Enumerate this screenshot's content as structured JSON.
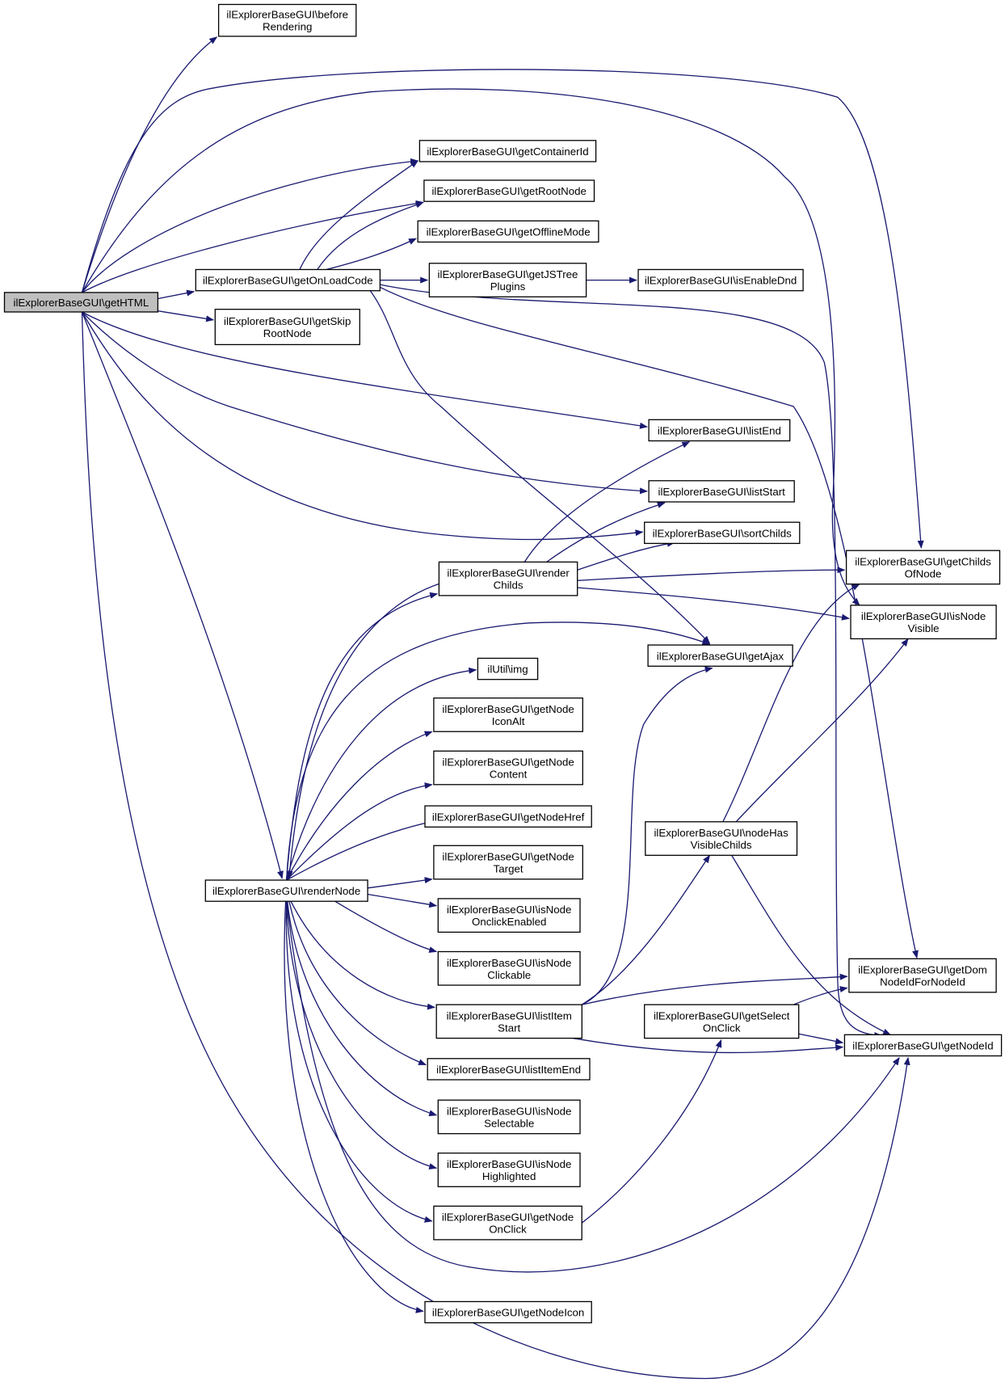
{
  "graph": {
    "type": "call-graph",
    "colors": {
      "edge": "#191970",
      "root_fill": "#bfbfbf",
      "node_fill": "#ffffff",
      "node_stroke": "#000000"
    },
    "nodes": [
      {
        "id": "getHTML",
        "label": [
          "ilExplorerBaseGUI\\getHTML"
        ],
        "root": true
      },
      {
        "id": "beforeRendering",
        "label": [
          "ilExplorerBaseGUI\\before",
          "Rendering"
        ]
      },
      {
        "id": "getContainerId",
        "label": [
          "ilExplorerBaseGUI\\getContainerId"
        ]
      },
      {
        "id": "getRootNode",
        "label": [
          "ilExplorerBaseGUI\\getRootNode"
        ]
      },
      {
        "id": "getOfflineMode",
        "label": [
          "ilExplorerBaseGUI\\getOfflineMode"
        ]
      },
      {
        "id": "getOnLoadCode",
        "label": [
          "ilExplorerBaseGUI\\getOnLoadCode"
        ]
      },
      {
        "id": "getJSTreePlugins",
        "label": [
          "ilExplorerBaseGUI\\getJSTree",
          "Plugins"
        ]
      },
      {
        "id": "isEnableDnd",
        "label": [
          "ilExplorerBaseGUI\\isEnableDnd"
        ]
      },
      {
        "id": "getSkipRootNode",
        "label": [
          "ilExplorerBaseGUI\\getSkip",
          "RootNode"
        ]
      },
      {
        "id": "listEnd",
        "label": [
          "ilExplorerBaseGUI\\listEnd"
        ]
      },
      {
        "id": "listStart",
        "label": [
          "ilExplorerBaseGUI\\listStart"
        ]
      },
      {
        "id": "sortChilds",
        "label": [
          "ilExplorerBaseGUI\\sortChilds"
        ]
      },
      {
        "id": "renderChilds",
        "label": [
          "ilExplorerBaseGUI\\render",
          "Childs"
        ]
      },
      {
        "id": "getChildsOfNode",
        "label": [
          "ilExplorerBaseGUI\\getChilds",
          "OfNode"
        ]
      },
      {
        "id": "isNodeVisible",
        "label": [
          "ilExplorerBaseGUI\\isNode",
          "Visible"
        ]
      },
      {
        "id": "getAjax",
        "label": [
          "ilExplorerBaseGUI\\getAjax"
        ]
      },
      {
        "id": "ilUtilImg",
        "label": [
          "ilUtil\\img"
        ]
      },
      {
        "id": "getNodeIconAlt",
        "label": [
          "ilExplorerBaseGUI\\getNode",
          "IconAlt"
        ]
      },
      {
        "id": "getNodeContent",
        "label": [
          "ilExplorerBaseGUI\\getNode",
          "Content"
        ]
      },
      {
        "id": "getNodeHref",
        "label": [
          "ilExplorerBaseGUI\\getNodeHref"
        ]
      },
      {
        "id": "nodeHasVisibleChilds",
        "label": [
          "ilExplorerBaseGUI\\nodeHas",
          "VisibleChilds"
        ]
      },
      {
        "id": "getNodeTarget",
        "label": [
          "ilExplorerBaseGUI\\getNode",
          "Target"
        ]
      },
      {
        "id": "renderNode",
        "label": [
          "ilExplorerBaseGUI\\renderNode"
        ]
      },
      {
        "id": "isNodeOnclickEnabled",
        "label": [
          "ilExplorerBaseGUI\\isNode",
          "OnclickEnabled"
        ]
      },
      {
        "id": "isNodeClickable",
        "label": [
          "ilExplorerBaseGUI\\isNode",
          "Clickable"
        ]
      },
      {
        "id": "getDomNodeIdForNodeId",
        "label": [
          "ilExplorerBaseGUI\\getDom",
          "NodeIdForNodeId"
        ]
      },
      {
        "id": "listItemStart",
        "label": [
          "ilExplorerBaseGUI\\listItem",
          "Start"
        ]
      },
      {
        "id": "getSelectOnClick",
        "label": [
          "ilExplorerBaseGUI\\getSelect",
          "OnClick"
        ]
      },
      {
        "id": "getNodeId",
        "label": [
          "ilExplorerBaseGUI\\getNodeId"
        ]
      },
      {
        "id": "listItemEnd",
        "label": [
          "ilExplorerBaseGUI\\listItemEnd"
        ]
      },
      {
        "id": "isNodeSelectable",
        "label": [
          "ilExplorerBaseGUI\\isNode",
          "Selectable"
        ]
      },
      {
        "id": "isNodeHighlighted",
        "label": [
          "ilExplorerBaseGUI\\isNode",
          "Highlighted"
        ]
      },
      {
        "id": "getNodeOnClick",
        "label": [
          "ilExplorerBaseGUI\\getNode",
          "OnClick"
        ]
      },
      {
        "id": "getNodeIcon",
        "label": [
          "ilExplorerBaseGUI\\getNodeIcon"
        ]
      }
    ],
    "edges": [
      [
        "getHTML",
        "beforeRendering"
      ],
      [
        "getHTML",
        "getChildsOfNode"
      ],
      [
        "getHTML",
        "isNodeVisible"
      ],
      [
        "getHTML",
        "getContainerId"
      ],
      [
        "getHTML",
        "getRootNode"
      ],
      [
        "getHTML",
        "getOnLoadCode"
      ],
      [
        "getHTML",
        "getSkipRootNode"
      ],
      [
        "getHTML",
        "listEnd"
      ],
      [
        "getHTML",
        "listStart"
      ],
      [
        "getHTML",
        "sortChilds"
      ],
      [
        "getHTML",
        "renderNode"
      ],
      [
        "getHTML",
        "getNodeId"
      ],
      [
        "getOnLoadCode",
        "getContainerId"
      ],
      [
        "getOnLoadCode",
        "getRootNode"
      ],
      [
        "getOnLoadCode",
        "getOfflineMode"
      ],
      [
        "getOnLoadCode",
        "getJSTreePlugins"
      ],
      [
        "getOnLoadCode",
        "getAjax"
      ],
      [
        "getOnLoadCode",
        "getDomNodeIdForNodeId"
      ],
      [
        "getOnLoadCode",
        "getNodeId"
      ],
      [
        "getJSTreePlugins",
        "isEnableDnd"
      ],
      [
        "renderChilds",
        "listEnd"
      ],
      [
        "renderChilds",
        "listStart"
      ],
      [
        "renderChilds",
        "sortChilds"
      ],
      [
        "renderChilds",
        "getChildsOfNode"
      ],
      [
        "renderChilds",
        "isNodeVisible"
      ],
      [
        "renderChilds",
        "renderNode"
      ],
      [
        "renderNode",
        "renderChilds"
      ],
      [
        "renderNode",
        "getAjax"
      ],
      [
        "renderNode",
        "ilUtilImg"
      ],
      [
        "renderNode",
        "getNodeIconAlt"
      ],
      [
        "renderNode",
        "getNodeContent"
      ],
      [
        "renderNode",
        "getNodeHref"
      ],
      [
        "renderNode",
        "getNodeTarget"
      ],
      [
        "renderNode",
        "isNodeOnclickEnabled"
      ],
      [
        "renderNode",
        "isNodeClickable"
      ],
      [
        "renderNode",
        "listItemStart"
      ],
      [
        "renderNode",
        "listItemEnd"
      ],
      [
        "renderNode",
        "isNodeSelectable"
      ],
      [
        "renderNode",
        "isNodeHighlighted"
      ],
      [
        "renderNode",
        "getNodeOnClick"
      ],
      [
        "renderNode",
        "getNodeId"
      ],
      [
        "renderNode",
        "getNodeIcon"
      ],
      [
        "listItemStart",
        "getAjax"
      ],
      [
        "listItemStart",
        "nodeHasVisibleChilds"
      ],
      [
        "listItemStart",
        "getDomNodeIdForNodeId"
      ],
      [
        "listItemStart",
        "getNodeId"
      ],
      [
        "nodeHasVisibleChilds",
        "getChildsOfNode"
      ],
      [
        "nodeHasVisibleChilds",
        "isNodeVisible"
      ],
      [
        "nodeHasVisibleChilds",
        "getNodeId"
      ],
      [
        "getSelectOnClick",
        "getDomNodeIdForNodeId"
      ],
      [
        "getSelectOnClick",
        "getNodeId"
      ],
      [
        "getNodeOnClick",
        "getSelectOnClick"
      ]
    ]
  }
}
